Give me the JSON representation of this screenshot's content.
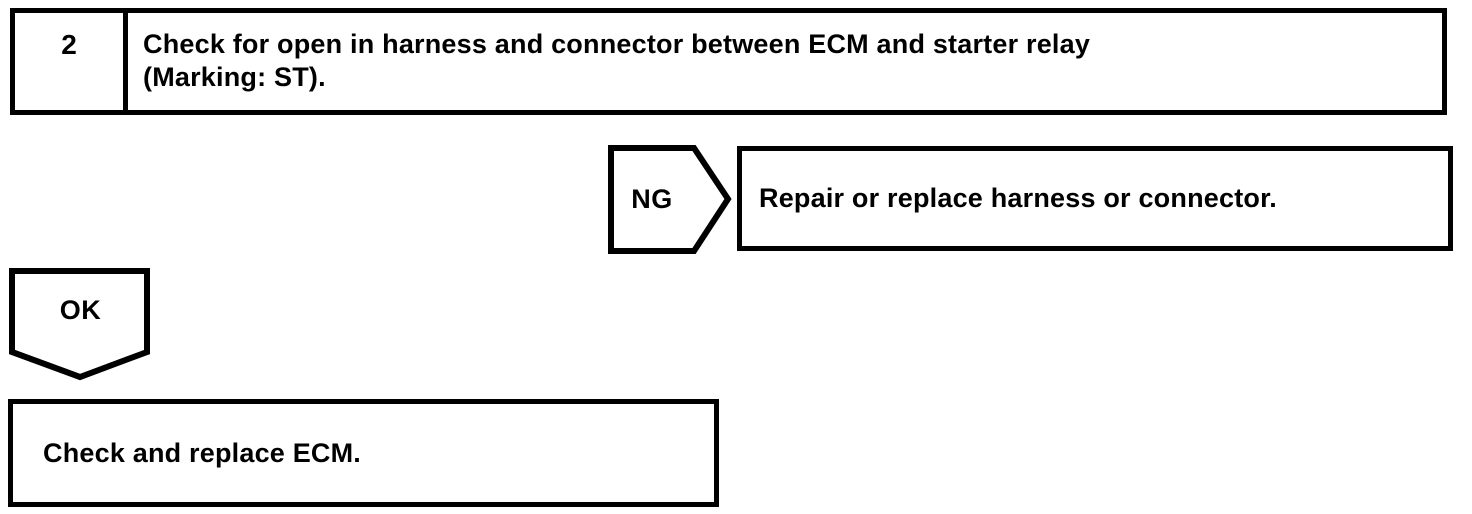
{
  "page": {
    "background_color": "#ffffff",
    "ink_color": "#000000"
  },
  "flowchart": {
    "step_box": {
      "number": "2",
      "instruction": "Check for open in harness and connector between ECM and starter relay\n(Marking: ST)."
    },
    "ng_branch": {
      "connector_label": "NG",
      "action": "Repair or replace harness or connector."
    },
    "ok_branch": {
      "connector_label": "OK",
      "action": "Check and replace ECM."
    }
  }
}
